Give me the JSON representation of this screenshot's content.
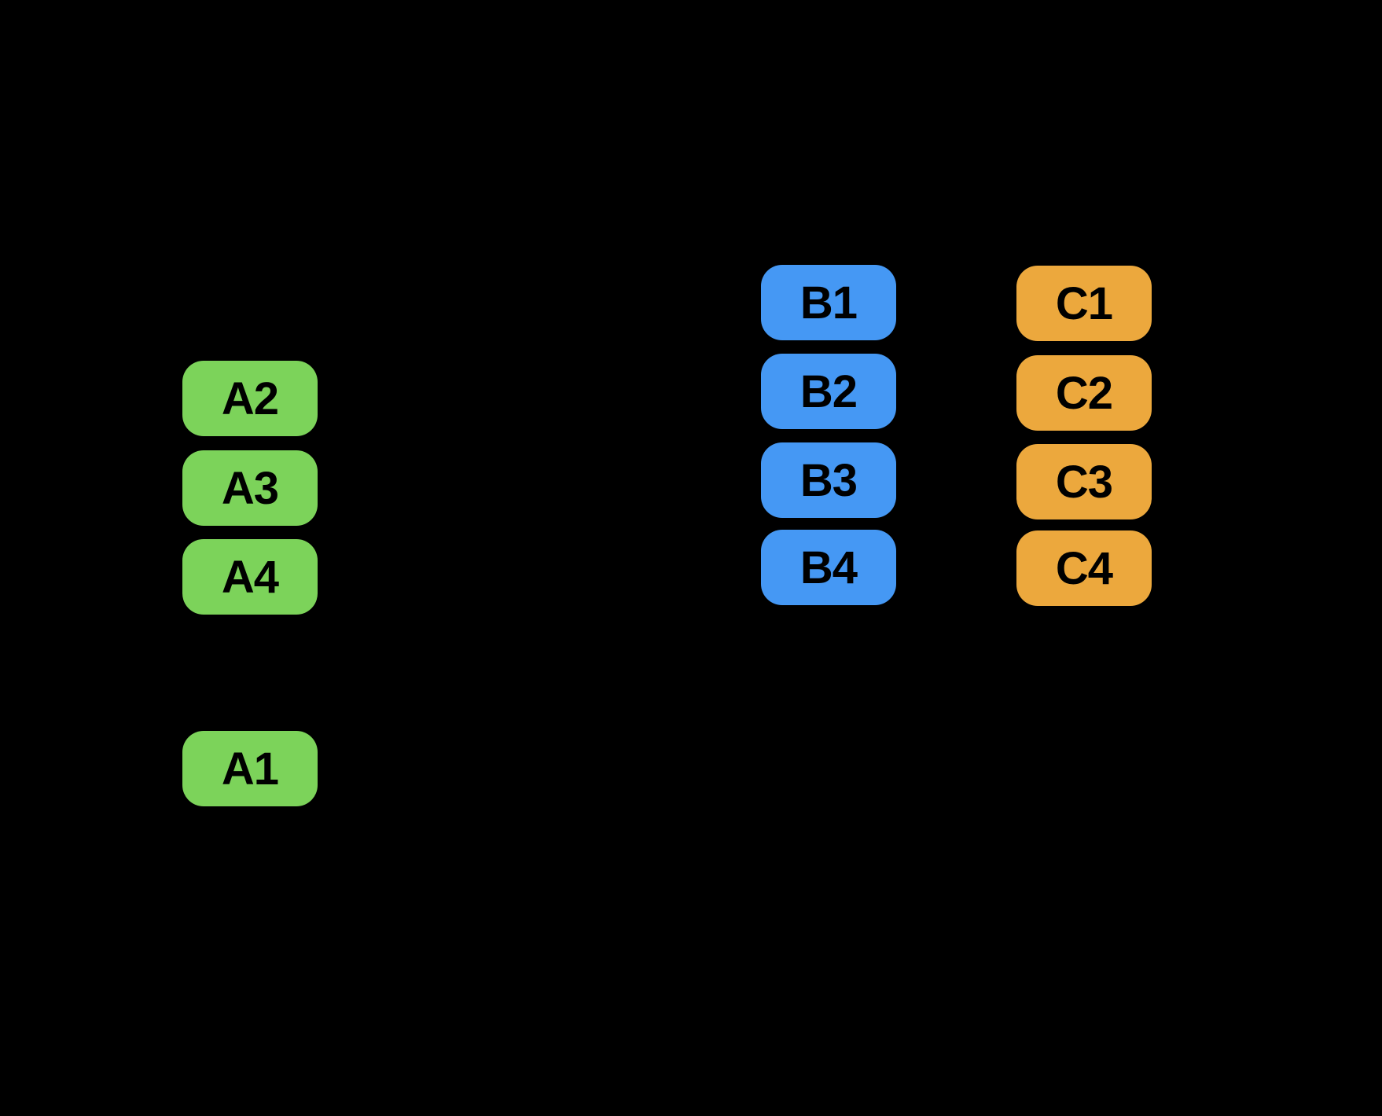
{
  "canvas": {
    "background": "#000000"
  },
  "palette": {
    "group_a_color": "#7CD35A",
    "group_b_color": "#4598F4",
    "group_c_color": "#ECA83D",
    "label_text_color": "#000000"
  },
  "nodes": [
    {
      "label": "A1",
      "group": "A",
      "color": "#7CD35A"
    },
    {
      "label": "A2",
      "group": "A",
      "color": "#7CD35A"
    },
    {
      "label": "A3",
      "group": "A",
      "color": "#7CD35A"
    },
    {
      "label": "A4",
      "group": "A",
      "color": "#7CD35A"
    },
    {
      "label": "B1",
      "group": "B",
      "color": "#4598F4"
    },
    {
      "label": "B2",
      "group": "B",
      "color": "#4598F4"
    },
    {
      "label": "B3",
      "group": "B",
      "color": "#4598F4"
    },
    {
      "label": "B4",
      "group": "B",
      "color": "#4598F4"
    },
    {
      "label": "C1",
      "group": "C",
      "color": "#ECA83D"
    },
    {
      "label": "C2",
      "group": "C",
      "color": "#ECA83D"
    },
    {
      "label": "C3",
      "group": "C",
      "color": "#ECA83D"
    },
    {
      "label": "C4",
      "group": "C",
      "color": "#ECA83D"
    }
  ]
}
